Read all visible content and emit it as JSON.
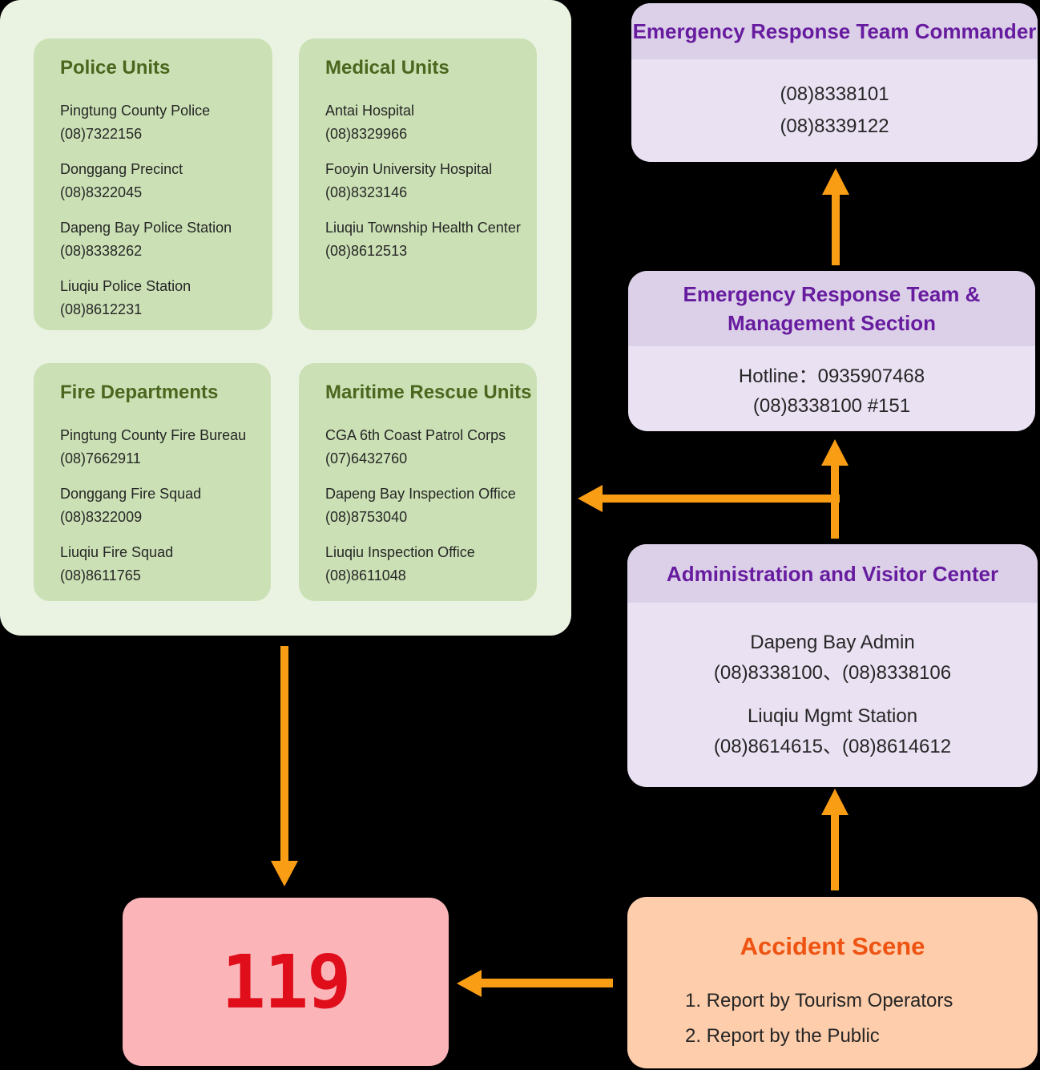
{
  "colors": {
    "canvas_bg": "#000000",
    "green_section_bg": "#EAF3E2",
    "green_card_bg": "#CBE1B5",
    "green_title": "#4B661E",
    "body_text": "#262626",
    "purple_header_bg": "#DCD0E8",
    "purple_body_bg": "#EAE1F3",
    "purple_title": "#671C9F",
    "pink_bg": "#FBB4B8",
    "red_text": "#E00D1A",
    "peach_bg": "#FECDAB",
    "accident_title": "#EF5311",
    "arrow": "#F99D15"
  },
  "green_section": {
    "cards": [
      {
        "title": "Police Units",
        "entries": [
          {
            "name": "Pingtung County Police",
            "phone": "(08)7322156"
          },
          {
            "name": "Donggang Precinct",
            "phone": "(08)8322045"
          },
          {
            "name": "Dapeng Bay Police Station",
            "phone": "(08)8338262"
          },
          {
            "name": "Liuqiu Police Station",
            "phone": "(08)8612231"
          }
        ]
      },
      {
        "title": "Medical Units",
        "entries": [
          {
            "name": "Antai Hospital",
            "phone": "(08)8329966"
          },
          {
            "name": "Fooyin University Hospital",
            "phone": "(08)8323146"
          },
          {
            "name": "Liuqiu Township Health Center",
            "phone": "(08)8612513"
          }
        ]
      },
      {
        "title": "Fire Departments",
        "entries": [
          {
            "name": "Pingtung County Fire Bureau",
            "phone": "(08)7662911"
          },
          {
            "name": "Donggang Fire Squad",
            "phone": "(08)8322009"
          },
          {
            "name": "Liuqiu Fire Squad",
            "phone": "(08)8611765"
          }
        ]
      },
      {
        "title": "Maritime Rescue Units",
        "entries": [
          {
            "name": "CGA 6th Coast Patrol Corps",
            "phone": "(07)6432760"
          },
          {
            "name": "Dapeng Bay Inspection Office",
            "phone": "(08)8753040"
          },
          {
            "name": "Liuqiu Inspection Office",
            "phone": "(08)8611048"
          }
        ]
      }
    ]
  },
  "commander": {
    "title": "Emergency Response Team Commander",
    "phones": [
      "(08)8338101",
      "(08)8339122"
    ]
  },
  "management": {
    "title_line1": "Emergency Response Team &",
    "title_line2": "Management Section",
    "hotline": "Hotline：0935907468",
    "extension_phone": "(08)8338100 #151"
  },
  "admin": {
    "title": "Administration and Visitor Center",
    "groups": [
      {
        "name": "Dapeng Bay Admin",
        "phones": "(08)8338100、(08)8338106"
      },
      {
        "name": "Liuqiu Mgmt Station",
        "phones": "(08)8614615、(08)8614612"
      }
    ]
  },
  "emergency_number": {
    "label": "119"
  },
  "accident": {
    "title": "Accident Scene",
    "items": [
      "1. Report by Tourism Operators",
      "2. Report by the Public"
    ]
  }
}
